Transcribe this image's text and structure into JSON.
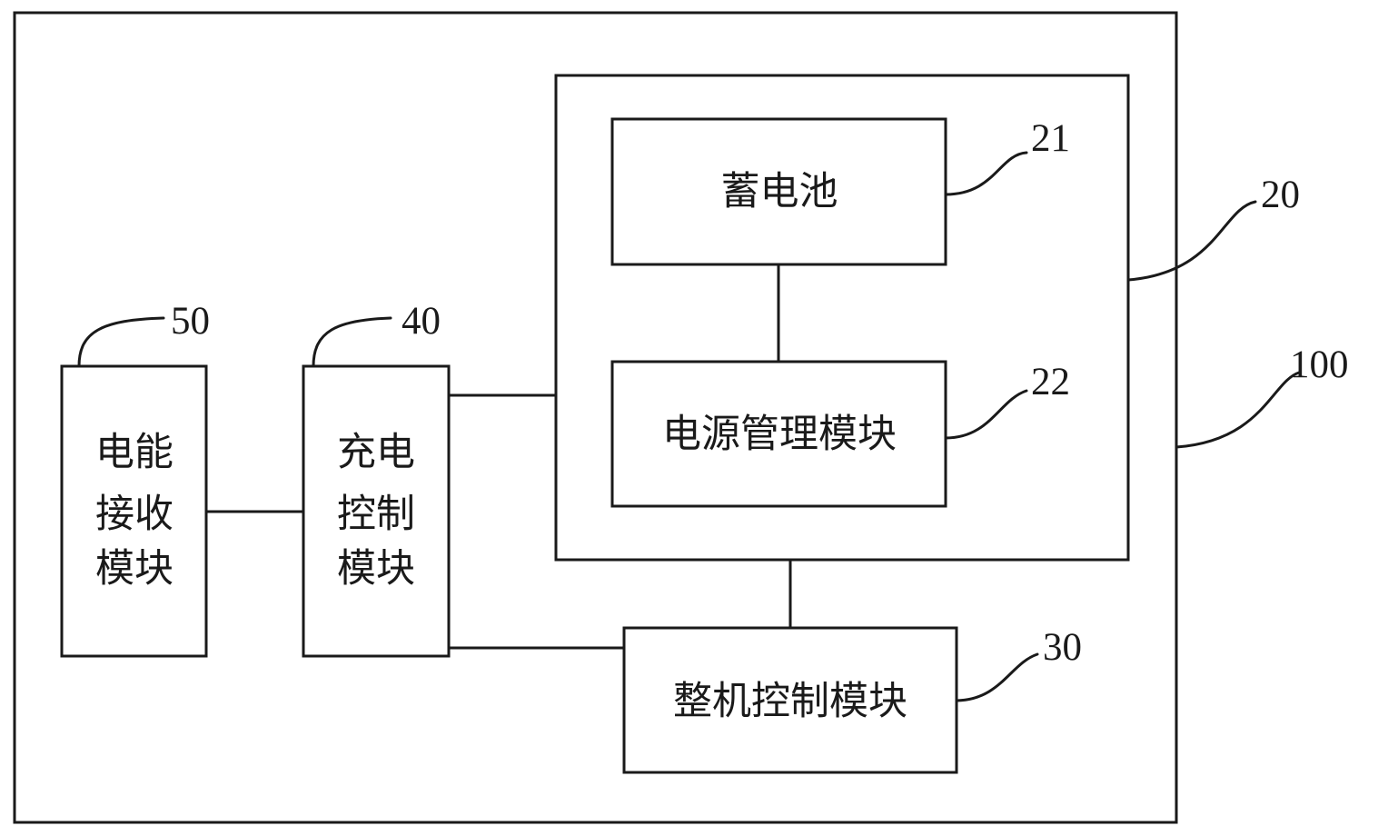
{
  "diagram": {
    "device": {
      "ref": "100"
    },
    "power_unit": {
      "ref": "20"
    },
    "battery": {
      "ref": "21",
      "label": "蓄电池"
    },
    "power_management": {
      "ref": "22",
      "label": "电源管理模块"
    },
    "main_control": {
      "ref": "30",
      "label": "整机控制模块"
    },
    "charge_control": {
      "ref": "40",
      "label_lines": [
        "充电",
        "控制",
        "模块"
      ]
    },
    "energy_receiver": {
      "ref": "50",
      "label_lines": [
        "电能",
        "接收",
        "模块"
      ]
    }
  }
}
